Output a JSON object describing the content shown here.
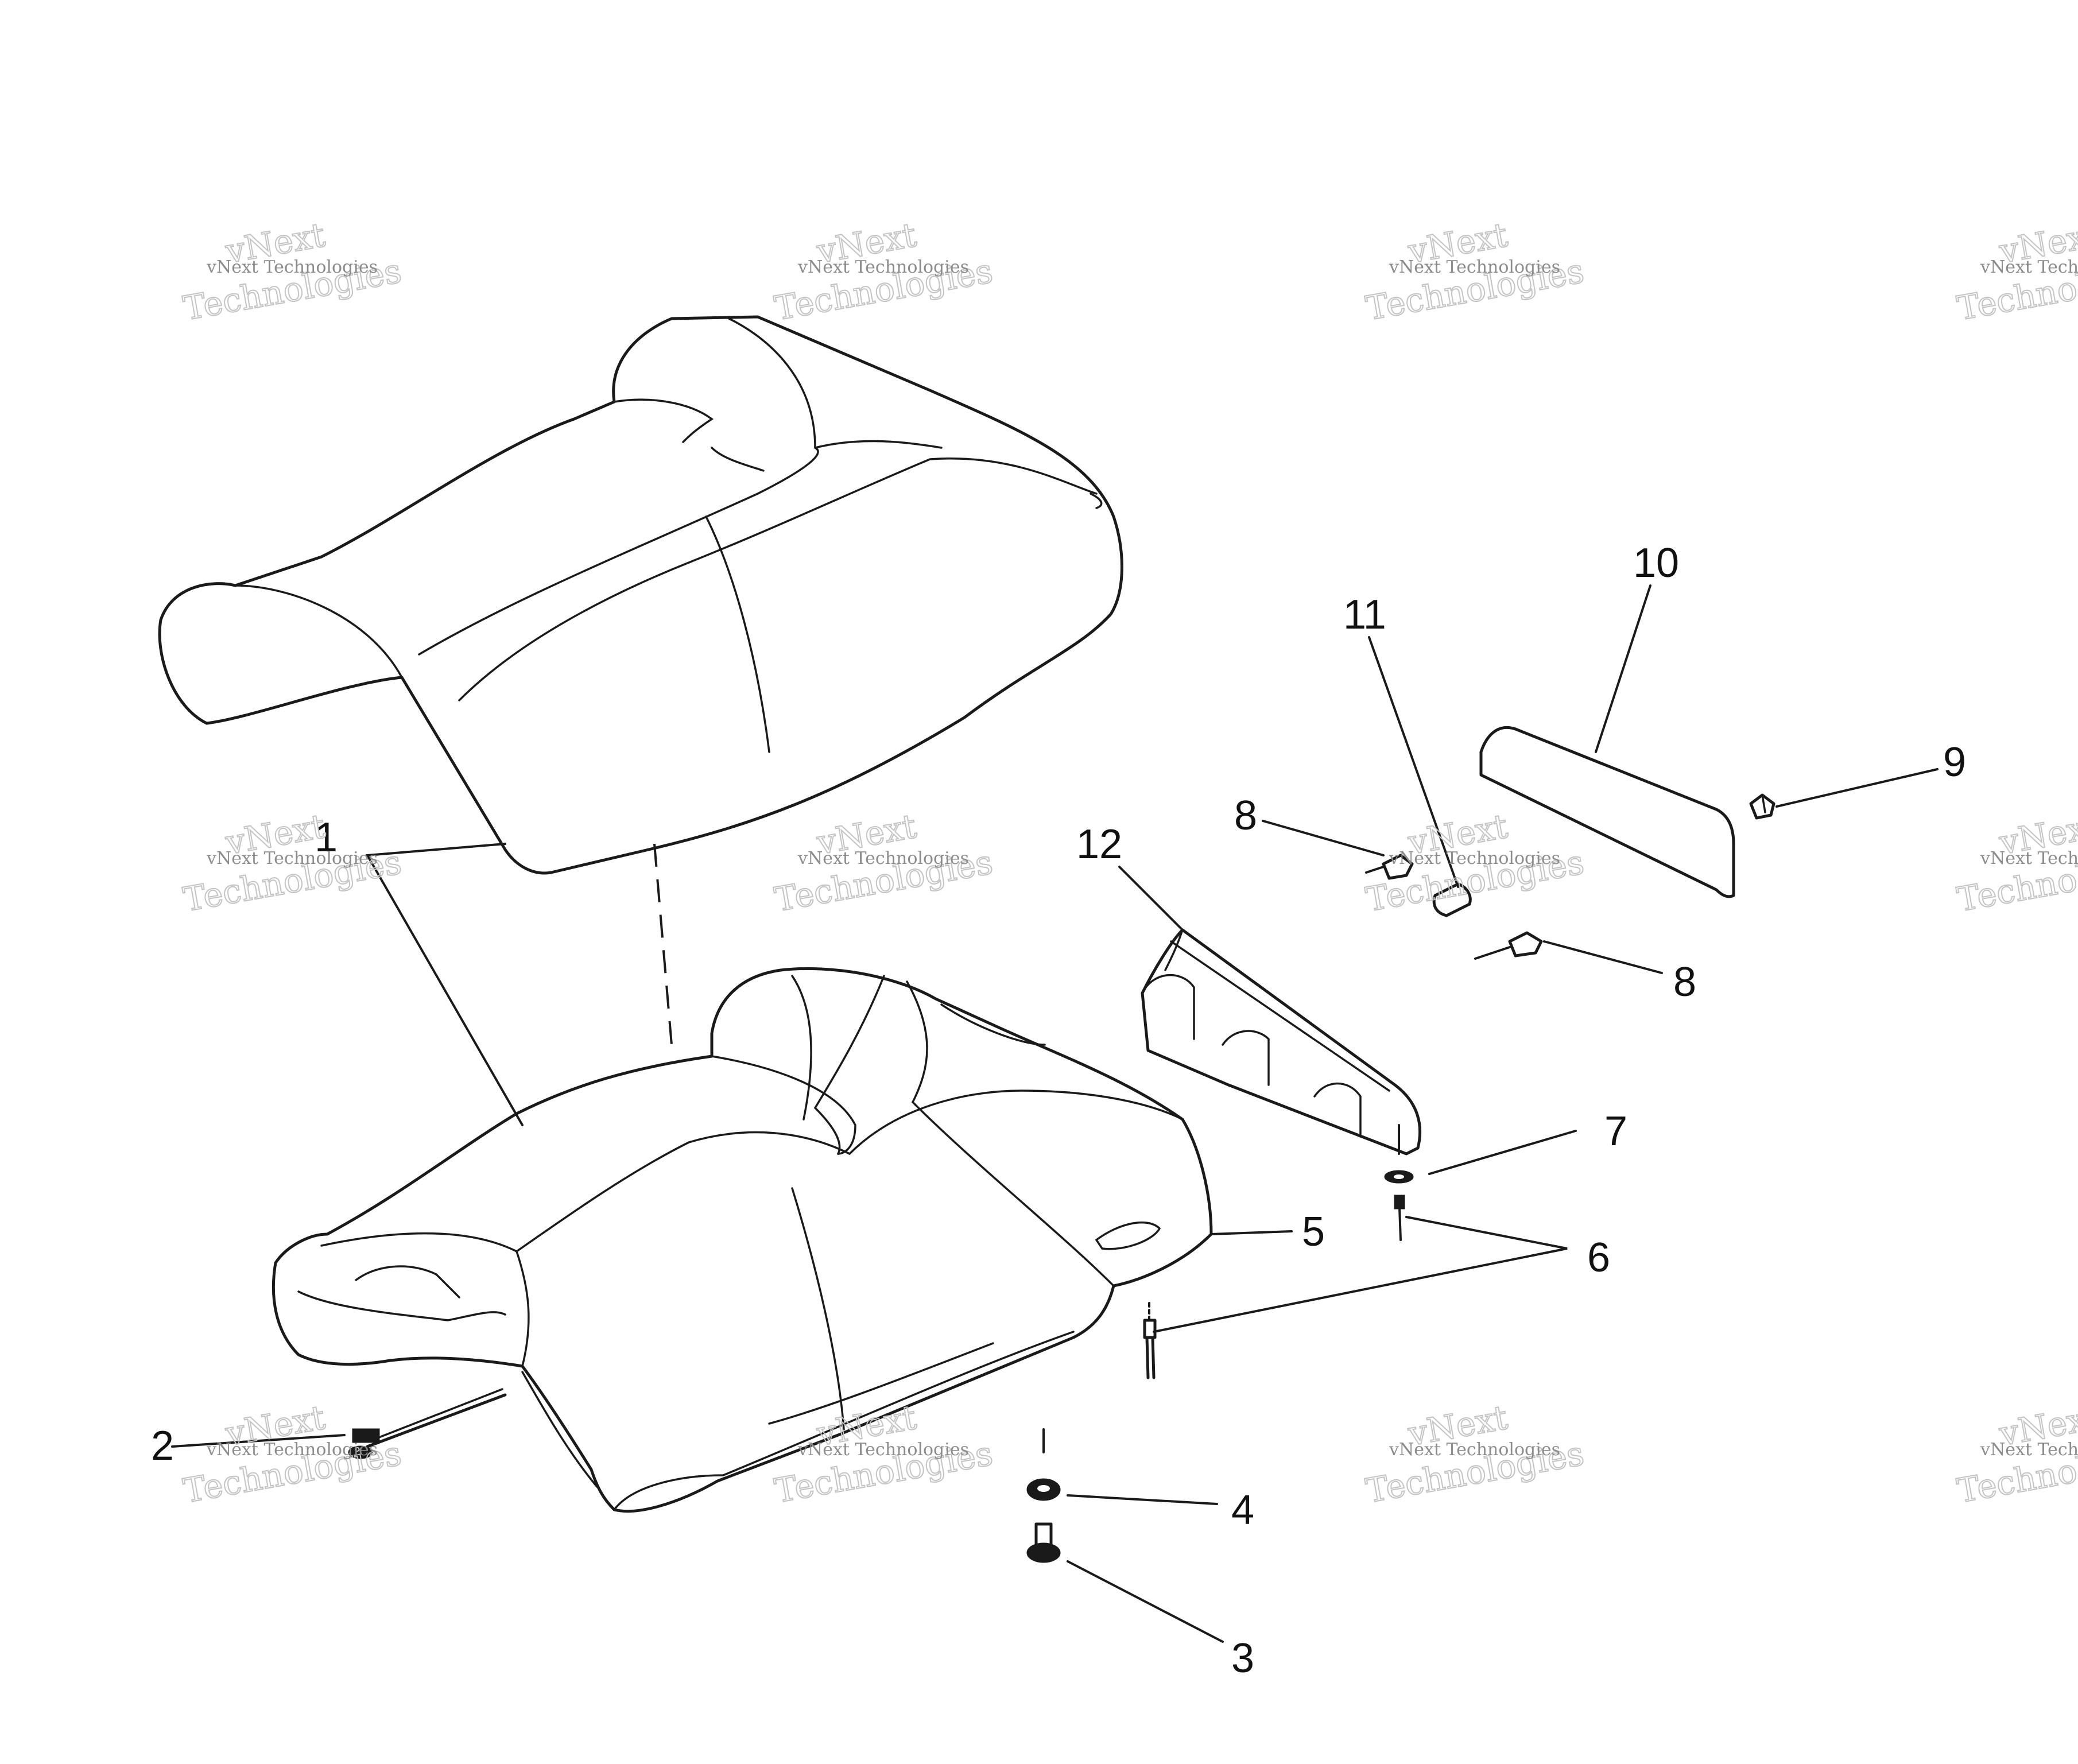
{
  "callouts": {
    "c1": "1",
    "c2": "2",
    "c3": "3",
    "c4": "4",
    "c5": "5",
    "c6": "6",
    "c7": "7",
    "c8a": "8",
    "c8b": "8",
    "c9": "9",
    "c10": "10",
    "c11": "11",
    "c12": "12"
  },
  "watermark": {
    "line_small": "vNext Technologies",
    "line_big_1": "vNext",
    "line_big_2": "Technologies"
  }
}
